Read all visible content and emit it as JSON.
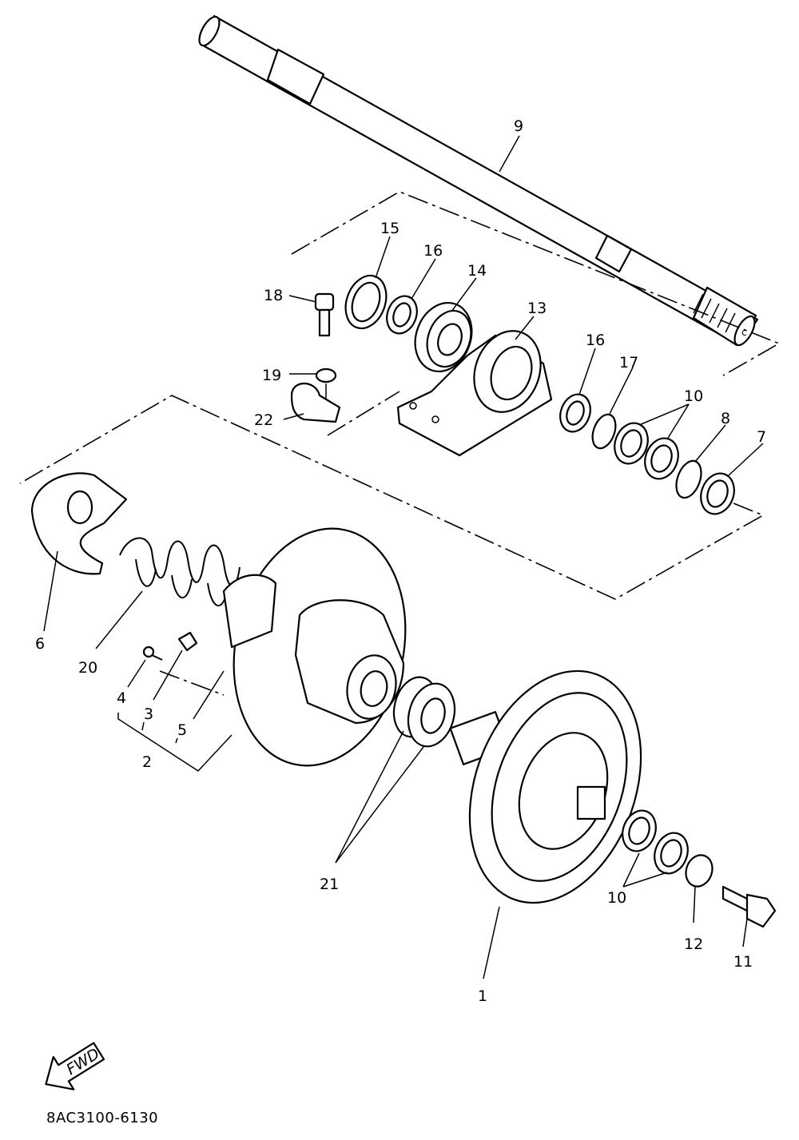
{
  "diagram": {
    "part_number_code": "8AC3100-6130",
    "fwd_label": "FWD",
    "callouts": [
      {
        "id": "c1",
        "label": "1"
      },
      {
        "id": "c2",
        "label": "2"
      },
      {
        "id": "c3",
        "label": "3"
      },
      {
        "id": "c4",
        "label": "4"
      },
      {
        "id": "c5",
        "label": "5"
      },
      {
        "id": "c6",
        "label": "6"
      },
      {
        "id": "c7",
        "label": "7"
      },
      {
        "id": "c8",
        "label": "8"
      },
      {
        "id": "c9",
        "label": "9"
      },
      {
        "id": "c10a",
        "label": "10"
      },
      {
        "id": "c10b",
        "label": "10"
      },
      {
        "id": "c11",
        "label": "11"
      },
      {
        "id": "c12",
        "label": "12"
      },
      {
        "id": "c13",
        "label": "13"
      },
      {
        "id": "c14",
        "label": "14"
      },
      {
        "id": "c15",
        "label": "15"
      },
      {
        "id": "c16a",
        "label": "16"
      },
      {
        "id": "c16b",
        "label": "16"
      },
      {
        "id": "c17",
        "label": "17"
      },
      {
        "id": "c18",
        "label": "18"
      },
      {
        "id": "c19",
        "label": "19"
      },
      {
        "id": "c20",
        "label": "20"
      },
      {
        "id": "c21",
        "label": "21"
      },
      {
        "id": "c22",
        "label": "22"
      }
    ]
  }
}
